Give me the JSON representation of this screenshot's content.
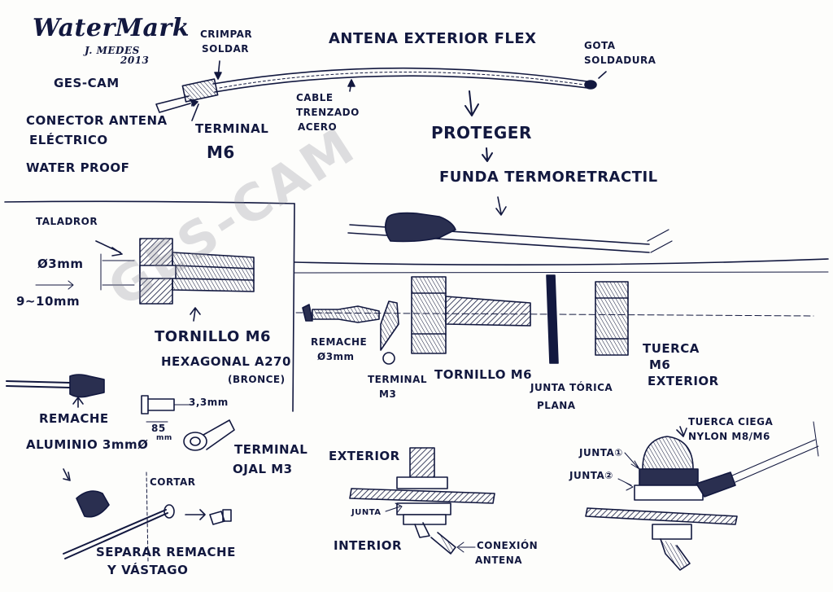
{
  "signature": {
    "name": "WaterMark",
    "author": "J. MEDES",
    "year": "2013"
  },
  "brand": "GES-CAM",
  "watermark": "GES-CAM",
  "title": {
    "main": "ANTENA EXTERIOR FLEX",
    "protect": "PROTEGER",
    "sleeve": "FUNDA TERMORETRACTIL"
  },
  "top_labels": {
    "crimp": [
      "CRIMPAR",
      "SOLDAR"
    ],
    "terminal": [
      "TERMINAL",
      "M6"
    ],
    "cable": [
      "CABLE",
      "TRENZADO",
      "ACERO"
    ],
    "drop": [
      "GOTA",
      "SOLDADURA"
    ],
    "connector": [
      "CONECTOR ANTENA",
      "ELÉCTRICO",
      "WATER PROOF"
    ]
  },
  "drill": {
    "label": "TALADROR",
    "diameter": "Ø3mm",
    "depth": "9~10mm",
    "screw": [
      "TORNILLO M6",
      "HEXAGONAL A270",
      "(BRONCE)"
    ]
  },
  "rivet": {
    "label": [
      "REMACHE",
      "ALUMINIO 3mmØ"
    ],
    "dims": [
      "3,3mm",
      "85",
      "mm"
    ],
    "lug": [
      "TERMINAL",
      "OJAL M3"
    ],
    "cut": "CORTAR",
    "separate": [
      "SEPARAR REMACHE",
      "Y VÁSTAGO"
    ]
  },
  "exploded": {
    "rivet": [
      "REMACHE",
      "Ø3mm"
    ],
    "term": [
      "TERMINAL",
      "M3"
    ],
    "screw": "TORNILLO M6",
    "seal": [
      "JUNTA TÓRICA",
      "PLANA"
    ],
    "nut": [
      "TUERCA",
      "M6",
      "EXTERIOR"
    ]
  },
  "assembly": {
    "exterior": "EXTERIOR",
    "junta": "JUNTA",
    "interior": "INTERIOR",
    "connection": [
      "CONEXIÓN",
      "ANTENA"
    ]
  },
  "cap": {
    "label": [
      "TUERCA CIEGA",
      "NYLON M8/M6"
    ],
    "j1": "JUNTA①",
    "j2": "JUNTA②"
  },
  "colors": {
    "ink": "#12183f"
  }
}
